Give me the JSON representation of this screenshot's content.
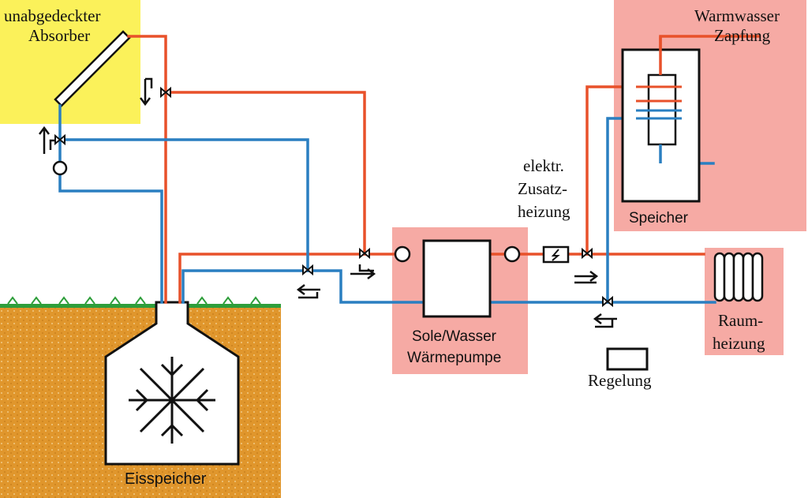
{
  "labels": {
    "absorber_line1": "unabgedeckter",
    "absorber_line2": "Absorber",
    "ww_line1": "Warmwasser",
    "ww_line2": "Zapfung",
    "speicher": "Speicher",
    "zusatz_line1": "elektr.",
    "zusatz_line2": "Zusatz-",
    "zusatz_line3": "heizung",
    "wp_line1": "Sole/Wasser",
    "wp_line2": "Wärmepumpe",
    "raum_line1": "Raum-",
    "raum_line2": "heizung",
    "regelung": "Regelung",
    "eisspeicher": "Eisspeicher"
  },
  "colors": {
    "hot_pipe": "#e8512a",
    "cold_pipe": "#2a7fc1",
    "absorber_zone": "#fbf15a",
    "component_zone": "#f6aaa4",
    "soil": "#e0962c",
    "grass": "#2e9e3a",
    "outline": "#111111"
  },
  "icons": {
    "valve": "three-way-valve-icon",
    "pump": "circulation-pump-icon",
    "heater": "electric-heater-icon",
    "ice": "snowflake-icon",
    "flow": "flow-direction-arrow-icon"
  }
}
